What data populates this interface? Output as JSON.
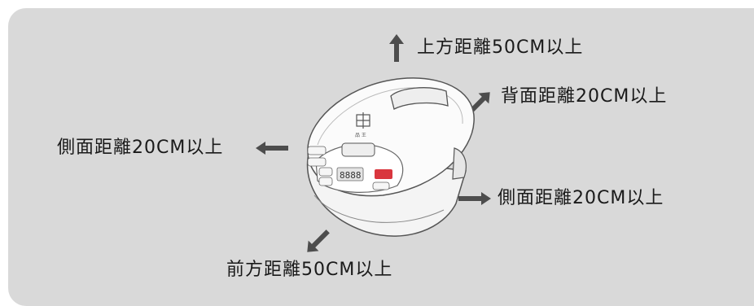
{
  "labels": {
    "top": "上方距離50CM以上",
    "back": "背面距離20CM以上",
    "left_side": "側面距離20CM以上",
    "right_side": "側面距離20CM以上",
    "front": "前方距離50CM以上"
  },
  "cooker": {
    "display_digits": "8888",
    "brand_text": "品 王"
  },
  "colors": {
    "panel_bg": "#d9d9d9",
    "arrow": "#4d4d4d",
    "text": "#1a1a1a",
    "display_red": "#d9363e"
  }
}
